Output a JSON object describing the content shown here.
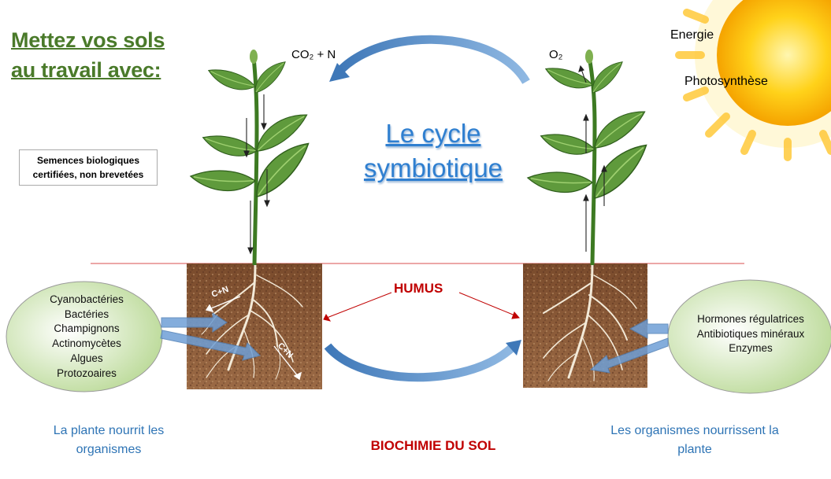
{
  "headline": {
    "line1": "Mettez vos sols",
    "line2": "au travail avec:"
  },
  "seeds_box": {
    "line1": "Semences biologiques",
    "line2": "certifiées, non brevetées"
  },
  "left_flow": {
    "co2_n": "CO₂ + N"
  },
  "right_flow": {
    "o2": "O₂"
  },
  "sun_labels": {
    "energie": "Energie",
    "photosynthese": "Photosynthèse"
  },
  "cycle_title": {
    "line1": "Le cycle",
    "line2": "symbiotique"
  },
  "humus": "HUMUS",
  "root_labels": {
    "cn_a": "C+N",
    "cn_b": "C+N"
  },
  "organisms": [
    "Cyanobactéries",
    "Bactéries",
    "Champignons",
    "Actinomycètes",
    "Algues",
    "Protozoaires"
  ],
  "plant_products": [
    "Hormones régulatrices",
    "Antibiotiques minéraux",
    "Enzymes"
  ],
  "captions": {
    "left": "La plante nourrit les organismes",
    "right": "Les organismes nourrissent la plante"
  },
  "footer": "BIOCHIMIE DU SOL",
  "colors": {
    "headline": "#4a7a2a",
    "title": "#2f7fd0",
    "red": "#c00000",
    "caption": "#2e74b5",
    "soil": "#8a5a38"
  }
}
